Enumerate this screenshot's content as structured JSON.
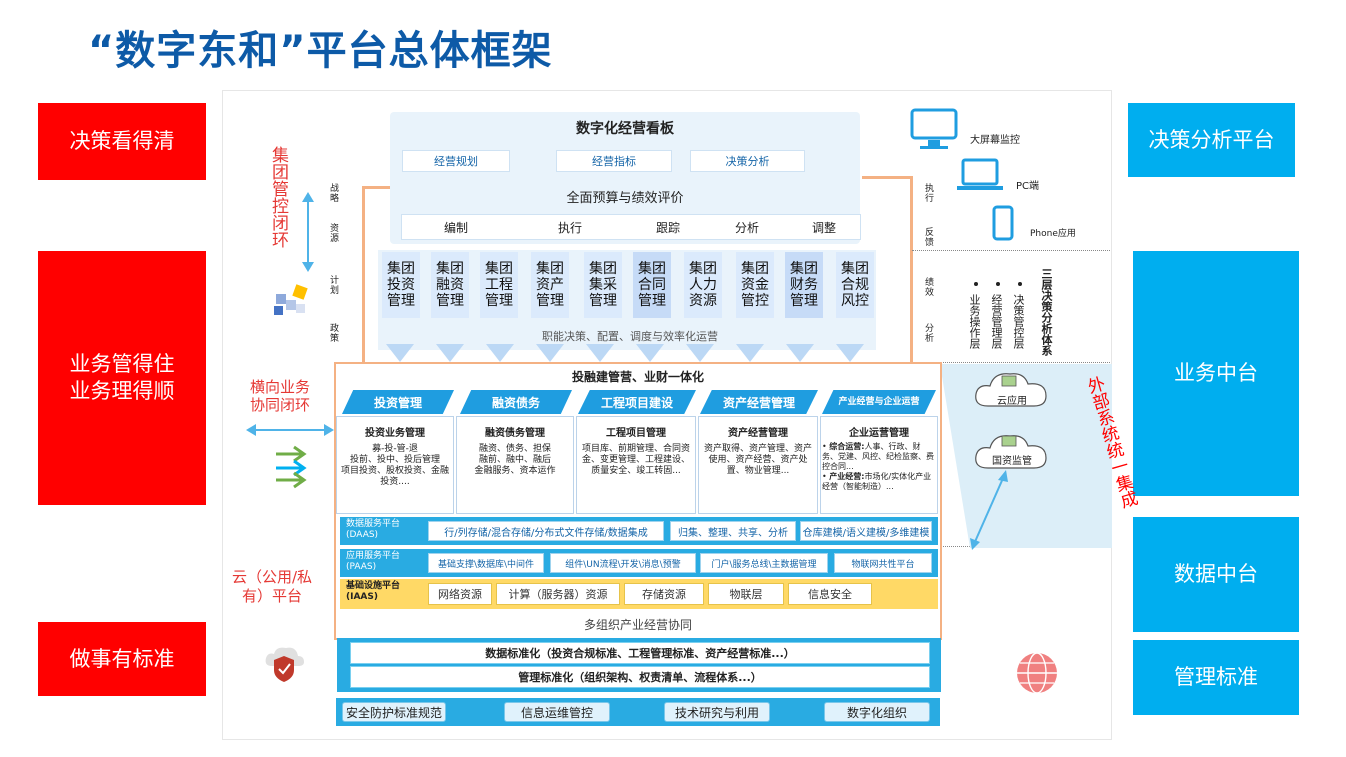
{
  "title": "“数字东和”平台总体框架",
  "left_boxes": [
    "决策看得清",
    "业务管得住\n业务理得顺",
    "做事有标准"
  ],
  "right_boxes": [
    "决策分析平台",
    "业务中台",
    "数据中台",
    "管理标准"
  ],
  "left_labels": {
    "control_loop": "集团管控闭环",
    "horizontal_loop": "横向业务\n协同闭环",
    "cloud_platform": "云（公用/私\n有）平台",
    "strategy_chain": [
      "战略",
      "资源",
      "计划",
      "政策"
    ]
  },
  "dashboard": {
    "title": "数字化经营看板",
    "tabs": [
      "经营规划",
      "经营指标",
      "决策分析"
    ],
    "budget_title": "全面预算与绩效评价",
    "budget_steps": [
      "编制",
      "执行",
      "跟踪",
      "分析",
      "调整"
    ]
  },
  "right_side": {
    "feedback_chain": [
      "执行",
      "反馈",
      "绩效",
      "分析"
    ],
    "devices": [
      "大屏幕监控",
      "PC端",
      "Phone应用"
    ],
    "layers_title": "三层决策分析体系",
    "layers": [
      "业务操作层",
      "经营管理层",
      "决策管控层"
    ],
    "cloud_app": "云应用",
    "state_supervision": "国资监管",
    "external_integration": "外部系统统一集成"
  },
  "group_modules": [
    "集团投资管理",
    "集团融资管理",
    "集团工程管理",
    "集团资产管理",
    "集团集采管理",
    "集团合同管理",
    "集团人力资源",
    "集团资金管控",
    "集团财务管理",
    "集团合规风控"
  ],
  "functions_note": "职能决策、配置、调度与效率化运营",
  "business_platform": {
    "title": "投融建管营、业财一体化",
    "columns": [
      {
        "head": "投资管理",
        "sub": "投资业务管理",
        "body": "募-投-管-退\n投前、投中、投后管理\n项目投资、股权投资、金融投资...."
      },
      {
        "head": "融资债务",
        "sub": "融资债务管理",
        "body": "融资、债务、担保\n融前、融中、融后\n金融服务、资本运作"
      },
      {
        "head": "工程项目建设",
        "sub": "工程项目管理",
        "body": "项目库、前期管理、合同资金、变更管理、工程建设、质量安全、竣工转固..."
      },
      {
        "head": "资产经营管理",
        "sub": "资产经营管理",
        "body": "资产取得、资产管理、资产使用、资产经营、资产处置、物业管理..."
      },
      {
        "head": "产业经营与企业运营",
        "sub": "企业运营管理",
        "items": [
          {
            "bold": "综合运营:",
            "text": "人事、行政、财务、党建、风控、纪检监察、费控合同..."
          },
          {
            "bold": "产业经营:",
            "text": "市场化/实体化产业经营（智能制造）..."
          }
        ]
      }
    ]
  },
  "platform_rows": [
    {
      "label": "数据服务平台\n(DAAS)",
      "cells": [
        "行/列存储/混合存储/分布式文件存储/数据集成",
        "归集、整理、共享、分析",
        "仓库建模/语义建模/多维建模"
      ]
    },
    {
      "label": "应用服务平台\n(PAAS)",
      "cells": [
        "基础支撑\\数据库\\中间件",
        "组件\\UN流程\\开发\\消息\\预警",
        "门户\\服务总线\\主数据管理",
        "物联网共性平台"
      ]
    },
    {
      "label": "基础设施平台\n(IAAS)",
      "cells": [
        "网络资源",
        "计算（服务器）资源",
        "存储资源",
        "物联层",
        "信息安全"
      ]
    }
  ],
  "multi_org": "多组织产业经营协同",
  "standards": [
    "数据标准化（投资合规标准、工程管理标准、资产经营标准...）",
    "管理标准化（组织架构、权责清单、流程体系...）"
  ],
  "bottom_pills": [
    "安全防护标准规范",
    "信息运维管控",
    "技术研究与利用",
    "数字化组织"
  ]
}
